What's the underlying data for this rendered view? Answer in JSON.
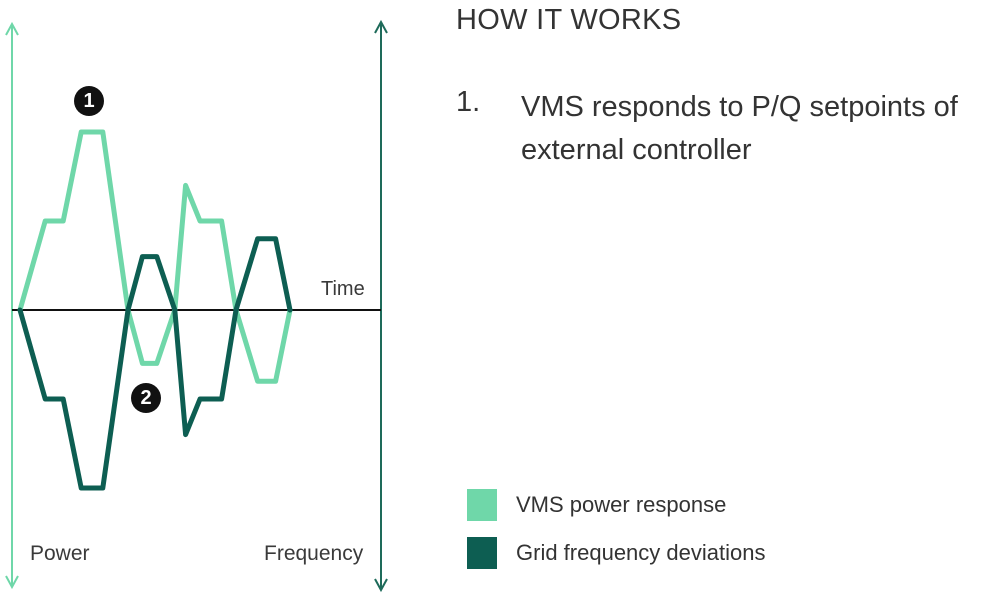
{
  "colors": {
    "power": "#6fd7a9",
    "frequency": "#0d5e52",
    "axis_power": "#6fd7a9",
    "axis_frequency": "#1e6b5a",
    "baseline": "#111111",
    "marker": "#111111"
  },
  "diagram": {
    "time_label": "Time",
    "power_axis_label": "Power",
    "frequency_axis_label": "Frequency",
    "markers": [
      "1",
      "2"
    ]
  },
  "panel": {
    "heading": "HOW IT WORKS",
    "steps": [
      {
        "number": "1.",
        "text": "VMS responds to P/Q setpoints of external controller"
      }
    ]
  },
  "legend": [
    {
      "label": "VMS power response",
      "color": "#6fd7a9"
    },
    {
      "label": "Grid frequency deviations",
      "color": "#0d5e52"
    }
  ],
  "chart_data": {
    "type": "line",
    "title": "",
    "xlabel": "Time",
    "ylabel": "",
    "grid": false,
    "legend_position": "bottom-right",
    "series": [
      {
        "name": "VMS power response",
        "x": [
          0,
          7,
          12,
          17,
          23,
          30,
          34,
          38,
          43,
          46,
          50,
          56,
          60,
          66,
          71,
          75
        ],
        "y": [
          0,
          5,
          5,
          10,
          10,
          0,
          -3,
          -3,
          0,
          7,
          5,
          5,
          0,
          -4,
          -4,
          0
        ]
      },
      {
        "name": "Grid frequency deviations",
        "x": [
          0,
          7,
          12,
          17,
          23,
          30,
          34,
          38,
          43,
          46,
          50,
          56,
          60,
          66,
          71,
          75
        ],
        "y": [
          0,
          -5,
          -5,
          -10,
          -10,
          0,
          3,
          3,
          0,
          -7,
          -5,
          -5,
          0,
          4,
          4,
          0
        ]
      }
    ]
  }
}
